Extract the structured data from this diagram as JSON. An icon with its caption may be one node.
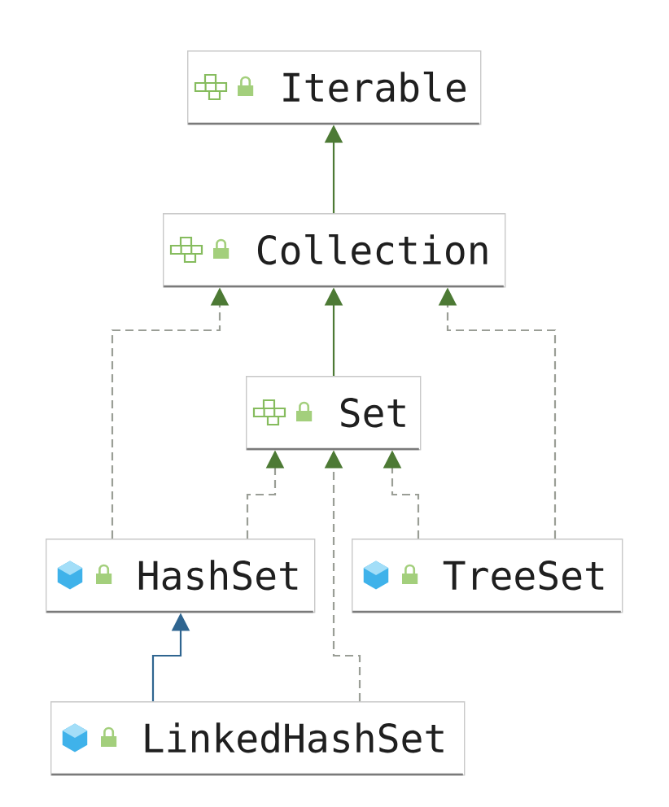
{
  "diagram": {
    "nodes": [
      {
        "text": [
          "Iterable"
        ]
      },
      {
        "text": [
          "Collection"
        ]
      },
      {
        "text": [
          "Set"
        ]
      },
      {
        "text": [
          "HashSet"
        ]
      },
      {
        "text": [
          "TreeSet"
        ]
      },
      {
        "text": [
          "LinkedHashSet"
        ]
      }
    ],
    "edges": [
      {
        "from": 1,
        "to": 0,
        "arrow": "to",
        "color": "#4d7a35"
      },
      {
        "from": 3,
        "to": 1,
        "arrow": "to",
        "style": "dashed"
      },
      {
        "from": 2,
        "to": 1,
        "arrow": "to",
        "color": "#4d7a35"
      },
      {
        "from": 4,
        "to": 1,
        "arrow": "to",
        "style": "dashed"
      },
      {
        "from": 3,
        "to": 2,
        "arrow": "to",
        "style": "dashed"
      },
      {
        "from": 5,
        "to": 2,
        "arrow": "to",
        "style": "dashed"
      },
      {
        "from": 4,
        "to": 2,
        "arrow": "to",
        "style": "dashed"
      },
      {
        "from": 5,
        "to": 3,
        "arrow": "to",
        "color": "#2f6590"
      }
    ]
  }
}
